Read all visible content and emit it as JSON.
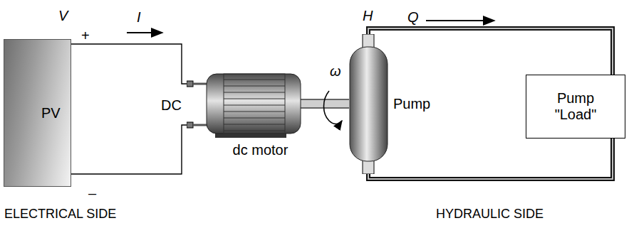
{
  "diagram": {
    "nodes": [
      {
        "text": [
          "PV"
        ]
      },
      {
        "text": [
          "dc motor"
        ]
      },
      {
        "text": [
          "Pump"
        ]
      },
      {
        "text": [
          "Pump \"Load\""
        ]
      }
    ],
    "edges": [
      {
        "from": 0,
        "to": 1,
        "arrow": "none"
      },
      {
        "from": 0,
        "to": 1,
        "arrow": "none"
      },
      {
        "from": 1,
        "to": 2,
        "arrow": "none"
      },
      {
        "from": 2,
        "to": 3,
        "arrow": "none"
      },
      {
        "from": 2,
        "to": 3,
        "arrow": "none"
      }
    ],
    "labels": [
      "V",
      "+",
      "I",
      "–",
      "DC",
      "ω",
      "H",
      "Q",
      "ELECTRICAL SIDE",
      "HYDRAULIC SIDE"
    ]
  }
}
